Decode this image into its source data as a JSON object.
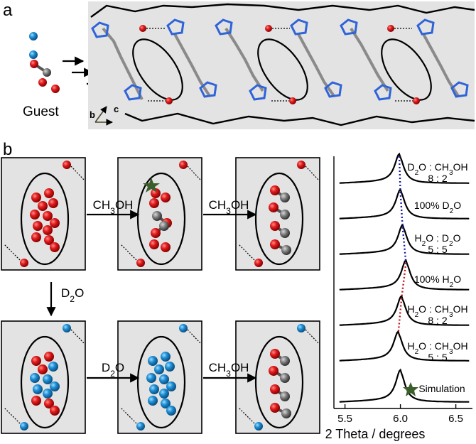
{
  "panel_a": {
    "label": "a",
    "guest_label": "Guest",
    "axis_b": "b",
    "axis_c": "c"
  },
  "panel_b": {
    "label": "b",
    "arrow_labels": {
      "top_1": "CH3OH",
      "top_2": "CH3OH",
      "down": "D2O",
      "bottom_1": "D2O",
      "bottom_2": "CH3OH"
    }
  },
  "pxrd": {
    "traces": [
      {
        "line1": "D2O : CH3OH",
        "line2": "8 : 2",
        "color": "#000000"
      },
      {
        "line1": "100% D2O",
        "line2": "",
        "color": "#1a1aa8"
      },
      {
        "line1": "H2O : D2O",
        "line2": "5 : 5",
        "color": "#000000"
      },
      {
        "line1": "100% H2O",
        "line2": "",
        "color": "#c0161b"
      },
      {
        "line1": "H2O : CH3OH",
        "line2": "8 : 2",
        "color": "#000000"
      },
      {
        "line1": "H2O : CH3OH",
        "line2": "5 : 5",
        "color": "#000000"
      },
      {
        "line1": "Simulation",
        "line2": "",
        "color": "#000000"
      }
    ],
    "x_ticks": [
      "5.5",
      "6.0",
      "6.5"
    ],
    "xlabel": "2 Theta / degrees",
    "colors": {
      "d2o_line": "#1a1aa8",
      "h2o_line": "#c0161b",
      "star": "#3b5e2b"
    }
  },
  "colors": {
    "oxygen": "#d81e1e",
    "deuterium_water": "#1e8fd6",
    "carbon": "#7a7a7a",
    "nitrogen": "#2f63d8",
    "frame": "#e3e3e3"
  }
}
